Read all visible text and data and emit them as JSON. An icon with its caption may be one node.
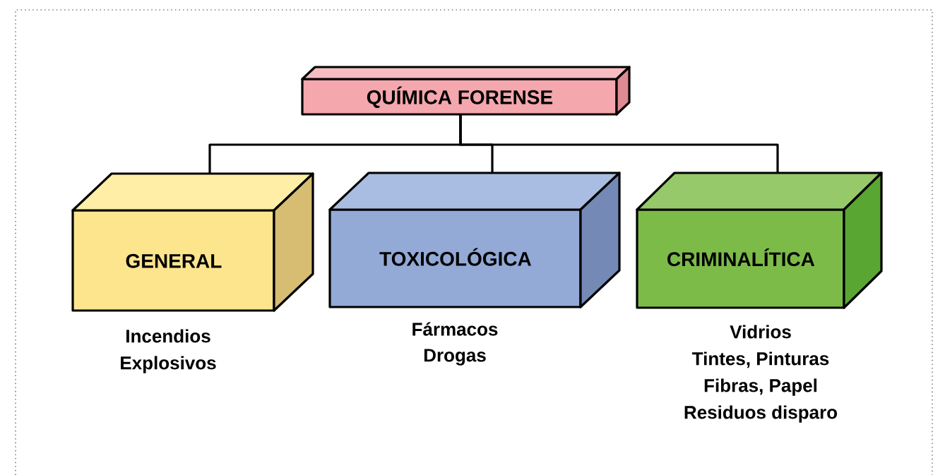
{
  "diagram": {
    "nodes": [
      {
        "text": [
          "QUÍMICA FORENSE"
        ]
      },
      {
        "text": [
          "GENERAL"
        ],
        "beside": [
          "Incendios",
          "Explosivos"
        ]
      },
      {
        "text": [
          "TOXICOLÓGICA"
        ],
        "beside": [
          "Fármacos",
          "Drogas"
        ]
      },
      {
        "text": [
          "CRIMINALÍTICA"
        ],
        "beside": [
          "Vidrios",
          "Tintes, Pinturas",
          "Fibras, Papel",
          "Residuos disparo"
        ]
      }
    ],
    "edges": [
      {
        "from": 0,
        "to": 1,
        "arrow": "none"
      },
      {
        "from": 0,
        "to": 2,
        "arrow": "none"
      },
      {
        "from": 0,
        "to": 3,
        "arrow": "none"
      }
    ]
  }
}
